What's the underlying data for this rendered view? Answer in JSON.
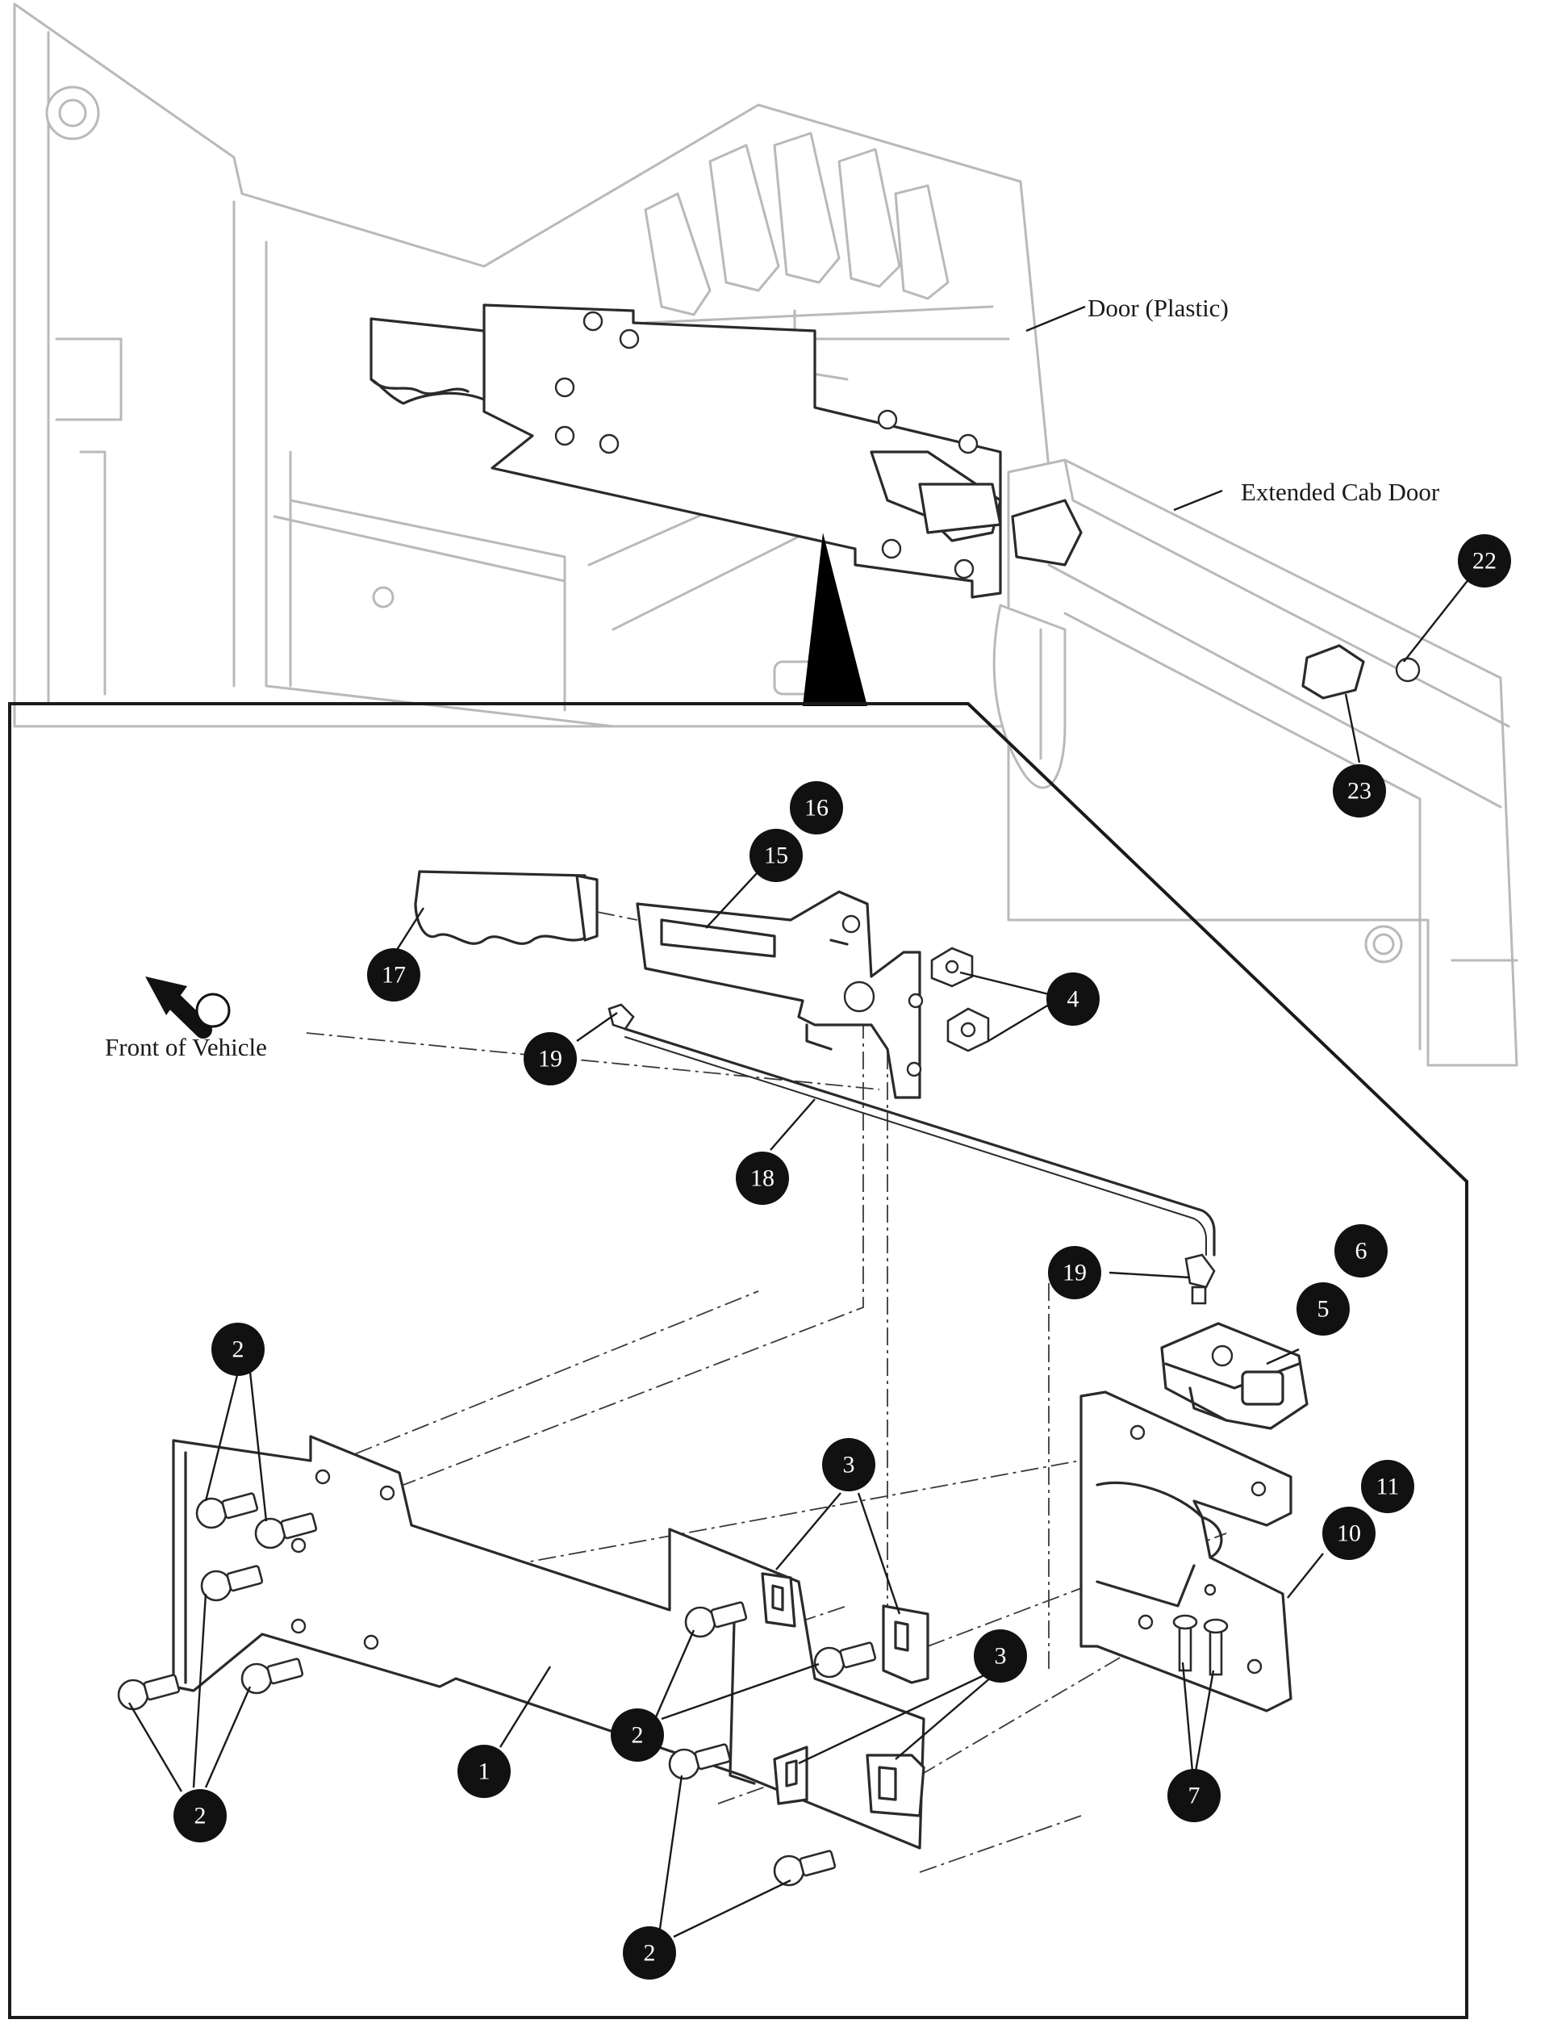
{
  "labels": {
    "door": "Door (Plastic)",
    "extended_cab_door": "Extended Cab Door",
    "front_of_vehicle": "Front of Vehicle"
  },
  "callouts": [
    {
      "id": "c1",
      "number": "1"
    },
    {
      "id": "c2a",
      "number": "2"
    },
    {
      "id": "c2b",
      "number": "2"
    },
    {
      "id": "c2c",
      "number": "2"
    },
    {
      "id": "c2d",
      "number": "2"
    },
    {
      "id": "c3a",
      "number": "3"
    },
    {
      "id": "c3b",
      "number": "3"
    },
    {
      "id": "c4",
      "number": "4"
    },
    {
      "id": "c5",
      "number": "5"
    },
    {
      "id": "c6",
      "number": "6"
    },
    {
      "id": "c7",
      "number": "7"
    },
    {
      "id": "c10",
      "number": "10"
    },
    {
      "id": "c11",
      "number": "11"
    },
    {
      "id": "c15",
      "number": "15"
    },
    {
      "id": "c16",
      "number": "16"
    },
    {
      "id": "c17",
      "number": "17"
    },
    {
      "id": "c18",
      "number": "18"
    },
    {
      "id": "c19a",
      "number": "19"
    },
    {
      "id": "c19b",
      "number": "19"
    },
    {
      "id": "c22",
      "number": "22"
    },
    {
      "id": "c23",
      "number": "23"
    }
  ]
}
